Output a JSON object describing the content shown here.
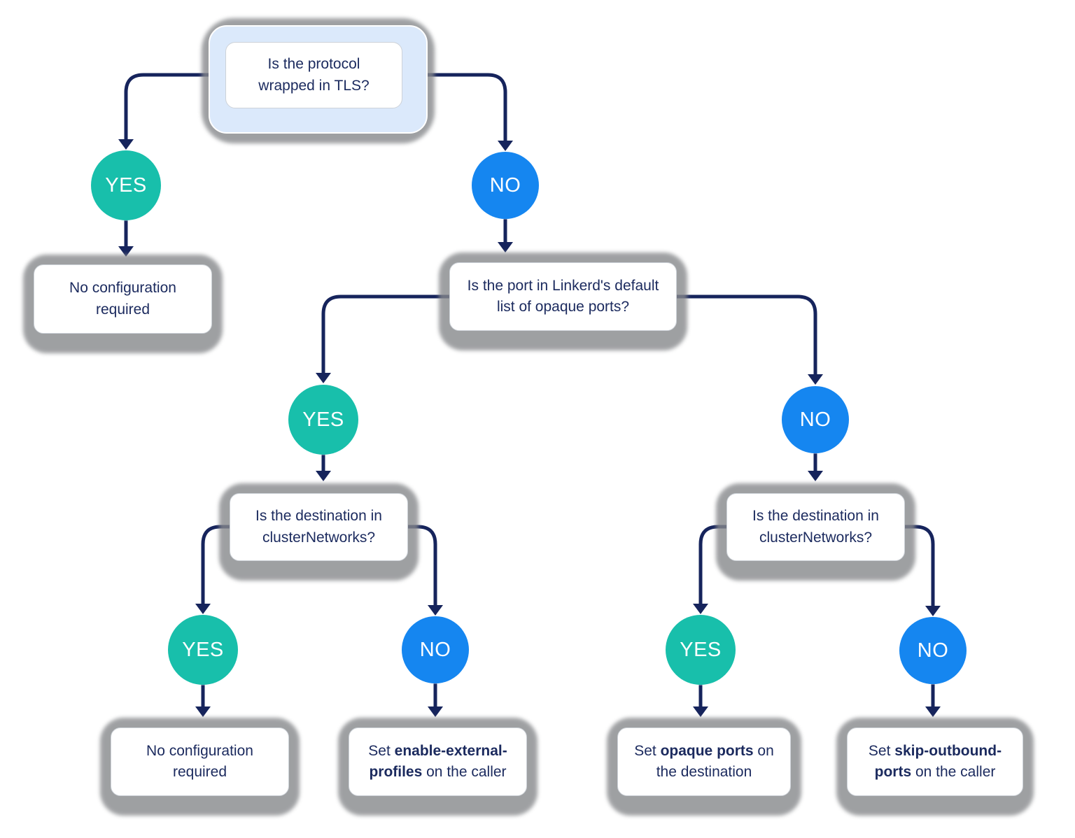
{
  "colors": {
    "line": "#16245c",
    "text": "#1b2a5e",
    "yes_badge": "#18bfab",
    "no_badge": "#1586f0",
    "root_fill": "#dbe9fb",
    "halo": "#87898c"
  },
  "nodes": {
    "q_tls": {
      "question": "Is the protocol wrapped in TLS?"
    },
    "yes_1": {
      "label": "YES"
    },
    "no_1": {
      "label": "NO"
    },
    "result_no_config_1": {
      "text": "No configuration required"
    },
    "q_opaque": {
      "question": "Is the port in Linkerd's default list of opaque ports?"
    },
    "yes_2": {
      "label": "YES"
    },
    "no_2": {
      "label": "NO"
    },
    "q_cluster_left": {
      "question": "Is the destination in clusterNetworks?"
    },
    "q_cluster_right": {
      "question": "Is the destination in clusterNetworks?"
    },
    "yes_3": {
      "label": "YES"
    },
    "no_3": {
      "label": "NO"
    },
    "yes_4": {
      "label": "YES"
    },
    "no_4": {
      "label": "NO"
    },
    "result_no_config_2": {
      "text": "No configuration required"
    },
    "result_enable_external": {
      "prefix": "Set ",
      "bold": "enable-external-profiles",
      "suffix": " on the caller"
    },
    "result_opaque_ports": {
      "prefix": "Set ",
      "bold": "opaque ports",
      "suffix": " on the destination"
    },
    "result_skip_outbound": {
      "prefix": "Set ",
      "bold": "skip-outbound-ports",
      "suffix": " on the caller"
    }
  }
}
